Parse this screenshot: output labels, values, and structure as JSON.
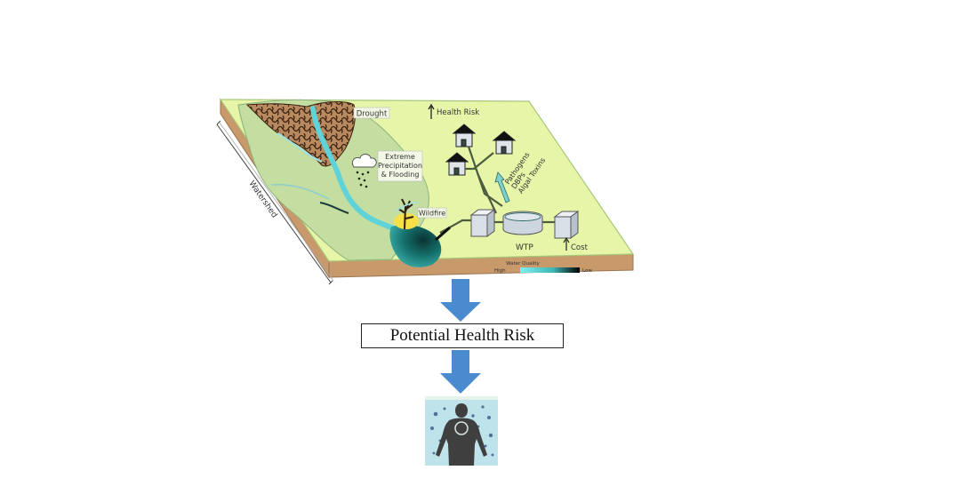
{
  "diagram": {
    "watershed_label": "Watershed",
    "labels": {
      "drought": "Drought",
      "extreme_precip_line1": "Extreme",
      "extreme_precip_line2": "Precipitation",
      "extreme_precip_line3": "& Flooding",
      "wildfire": "Wildfire",
      "health_risk": "Health Risk",
      "contaminants_line1": "Pathogens",
      "contaminants_line2": "DBPs",
      "contaminants_line3": "Algal Toxins",
      "wtp": "WTP",
      "cost": "Cost"
    },
    "legend": {
      "title": "Water Quality",
      "high_label": "High",
      "low_label": "Low",
      "gradient_start": "#7ff0f0",
      "gradient_end": "#000000"
    },
    "flow_box": {
      "label": "Potential Health Risk"
    },
    "colors": {
      "land_light": "#e6f5a8",
      "land_green": "#c4dda0",
      "soil_side": "#c8996b",
      "river": "#5fd3d8",
      "reservoir_dark": "#0e4d4a",
      "arrow_blue": "#4a8bd0",
      "tile_bg": "#bfe3ea",
      "figure": "#3f3f3f"
    }
  }
}
